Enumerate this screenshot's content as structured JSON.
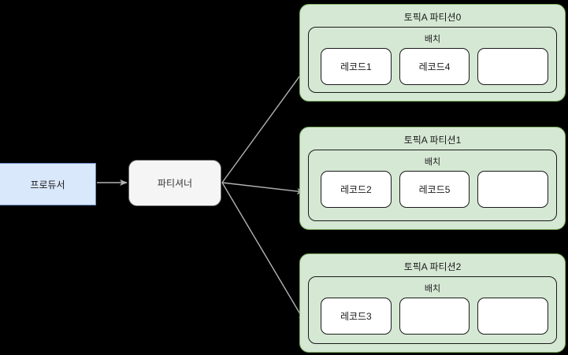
{
  "diagram": {
    "background_color": "#000000",
    "producer": {
      "label": "프로듀서",
      "fill": "#dae8fc",
      "stroke": "#6c8ebf"
    },
    "partitioner": {
      "label": "파티셔너",
      "fill": "#f5f5f5",
      "stroke": "#666666"
    },
    "edges": {
      "producer_to_partitioner": "",
      "partitioner_to_partition0": "",
      "partitioner_to_partition1": "",
      "partitioner_to_partition2": "",
      "stroke": "#b3b3b3"
    },
    "batch_label": "배치",
    "partition_fill": "#d5e8d4",
    "partition_stroke": "#82b366",
    "record_fill": "#ffffff",
    "record_stroke": "#1a1a1a",
    "partitions": [
      {
        "title": "토픽A 파티션0",
        "batch_label": "배치",
        "records": [
          "레코드1",
          "레코드4",
          ""
        ]
      },
      {
        "title": "토픽A 파티션1",
        "batch_label": "배치",
        "records": [
          "레코드2",
          "레코드5",
          ""
        ]
      },
      {
        "title": "토픽A 파티션2",
        "batch_label": "배치",
        "records": [
          "레코드3",
          "",
          ""
        ]
      }
    ]
  }
}
